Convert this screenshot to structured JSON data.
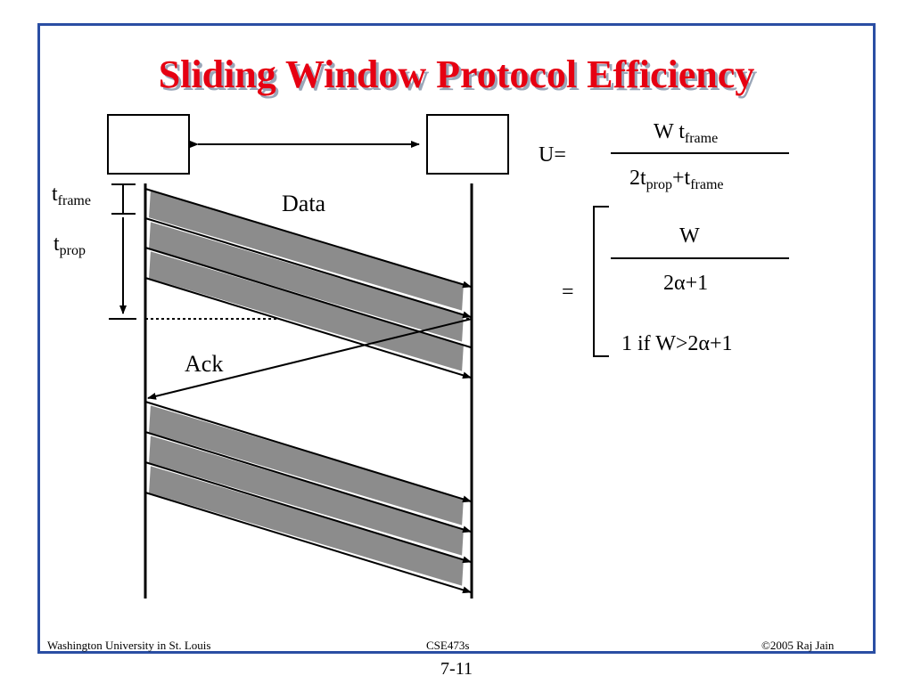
{
  "title": "Sliding Window Protocol Efficiency",
  "labels": {
    "t": "t",
    "frame": "frame",
    "prop": "prop",
    "data": "Data",
    "ack": "Ack"
  },
  "formula": {
    "u_eq": "U=",
    "num_w": "W t",
    "num_sub": "frame",
    "den_2t": "2t",
    "den_sub1": "prop",
    "den_plus": "+t",
    "den_sub2": "frame",
    "eq": "=",
    "case1_num": "W",
    "case1_den": "2α+1",
    "case2": "1 if W>2α+1"
  },
  "footer": {
    "left": "Washington University in St. Louis",
    "center": "CSE473s",
    "right": "©2005 Raj Jain"
  },
  "page_number": "7-11"
}
